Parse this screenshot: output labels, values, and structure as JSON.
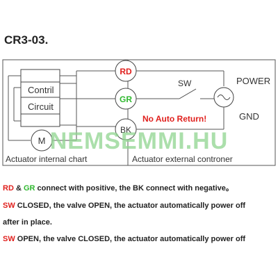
{
  "title": "CR3-03.",
  "diagram": {
    "control_label_line1": "Contril",
    "control_label_line2": "Circuit",
    "motor_label": "M",
    "terminals": [
      "RD",
      "GR",
      "BK"
    ],
    "switch_label": "SW",
    "power_label": "POWER",
    "gnd_label": "GND",
    "no_auto_return": "No Auto Return!",
    "internal_caption": "Actuator internal chart",
    "external_caption": "Actuator external controner",
    "watermark": "NEMSEMMI.HU"
  },
  "notes": {
    "line1": {
      "rd": "RD",
      "amp": " & ",
      "gr": "GR",
      "rest": " connect with positive, the BK connect with negative。"
    },
    "line2": {
      "sw": "SW",
      "rest": " CLOSED, the valve OPEN,  the actuator automatically power off"
    },
    "line3": {
      "rest": "after in place."
    },
    "line4": {
      "sw": "SW",
      "rest": " OPEN, the valve CLOSED,  the actuator automatically power off"
    }
  },
  "colors": {
    "red": "#e0201d",
    "green": "#2fb82f",
    "watermark": "#8fd48f"
  }
}
